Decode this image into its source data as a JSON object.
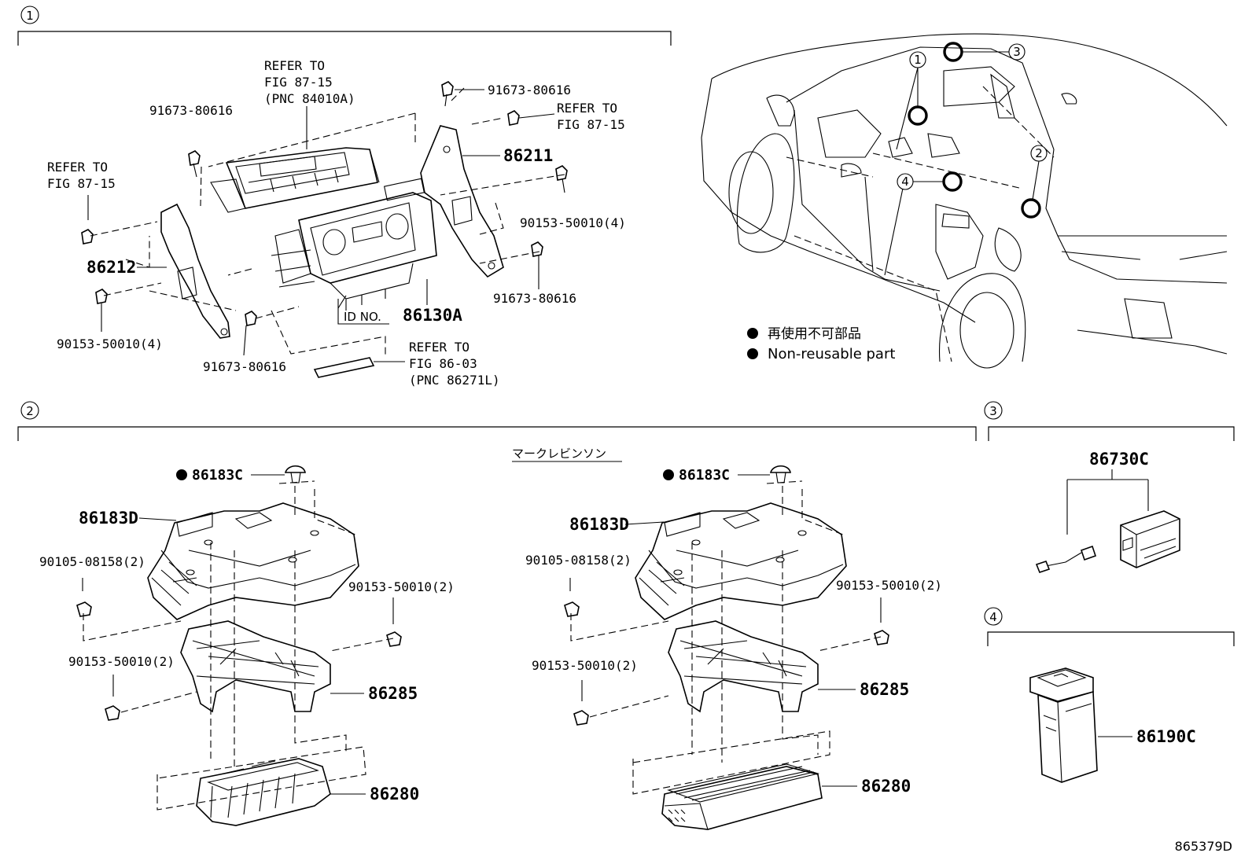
{
  "sections": {
    "s1": {
      "index": "1"
    },
    "s2": {
      "index": "2",
      "title": "マークレビンソン"
    },
    "s3": {
      "index": "3"
    },
    "s4": {
      "index": "4"
    }
  },
  "s1": {
    "refer_84010A": [
      "REFER TO",
      "FIG 87-15",
      "(PNC 84010A)"
    ],
    "refer_left": [
      "REFER TO",
      "FIG 87-15"
    ],
    "refer_right": [
      "REFER TO",
      "FIG 87-15"
    ],
    "refer_86271L": [
      "REFER TO",
      "FIG 86-03",
      "(PNC 86271L)"
    ],
    "p_91673_tl": "91673-80616",
    "p_91673_tr": "91673-80616",
    "p_91673_r": "91673-80616",
    "p_91673_b": "91673-80616",
    "p_90153_r": "90153-50010(4)",
    "p_90153_l": "90153-50010(4)",
    "p_86211": "86211",
    "p_86212": "86212",
    "p_86130A": "86130A",
    "id_no": "ID NO."
  },
  "s2": {
    "left": {
      "p_86183C": "86183C",
      "p_86183D": "86183D",
      "p_90105": "90105-08158(2)",
      "p_90153_r": "90153-50010(2)",
      "p_90153_l": "90153-50010(2)",
      "p_86285": "86285",
      "p_86280": "86280"
    },
    "right": {
      "p_86183C": "86183C",
      "p_86183D": "86183D",
      "p_90105": "90105-08158(2)",
      "p_90153_r": "90153-50010(2)",
      "p_90153_l": "90153-50010(2)",
      "p_86285": "86285",
      "p_86280": "86280"
    }
  },
  "s3": {
    "p_86730C": "86730C"
  },
  "s4": {
    "p_86190C": "86190C"
  },
  "car": {
    "callouts": [
      "1",
      "2",
      "3",
      "4"
    ],
    "legend_jp": "再使用不可部品",
    "legend_en": "Non-reusable part"
  },
  "footer": {
    "figure_code": "865379D"
  },
  "icons": {
    "non_reusable": "filled-circle-icon",
    "callout": "numbered-circle-icon"
  }
}
